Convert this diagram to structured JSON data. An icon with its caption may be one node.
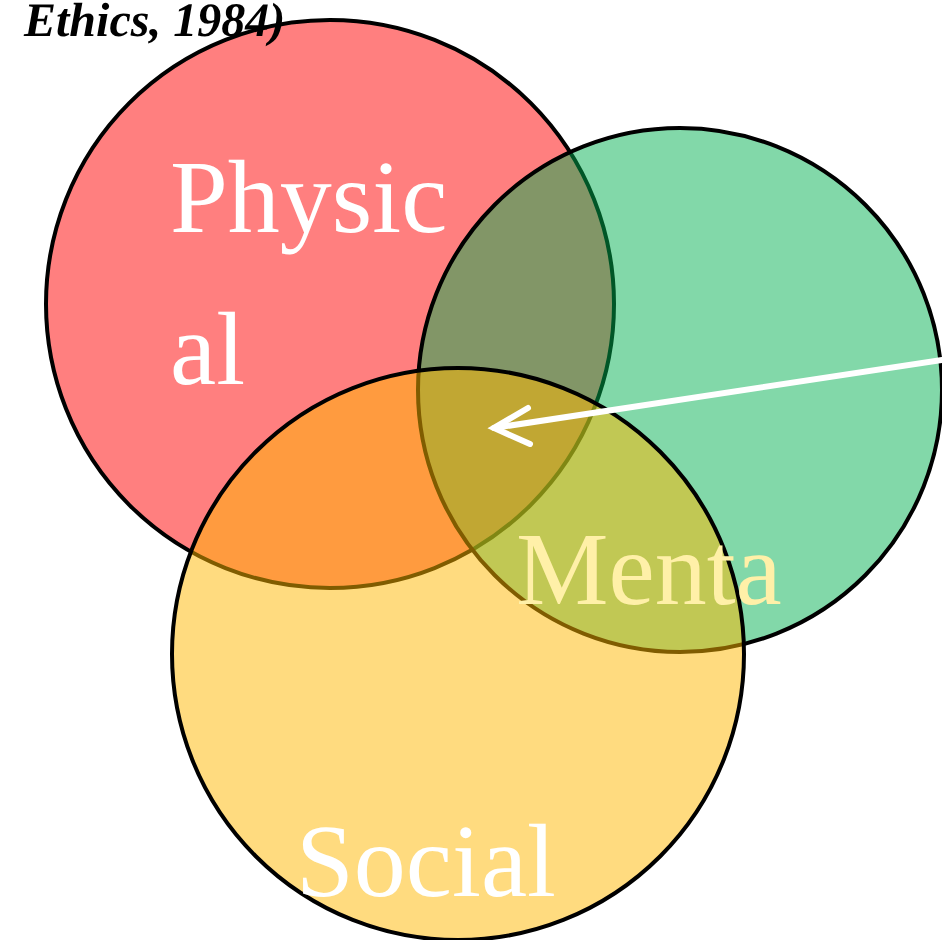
{
  "diagram": {
    "nodes": [
      {
        "text": [
          "Physical"
        ]
      },
      {
        "text": [
          "Menta"
        ]
      },
      {
        "text": [
          "Social"
        ]
      }
    ],
    "edges": [],
    "labels": [
      "Ethics, 1984)"
    ]
  }
}
